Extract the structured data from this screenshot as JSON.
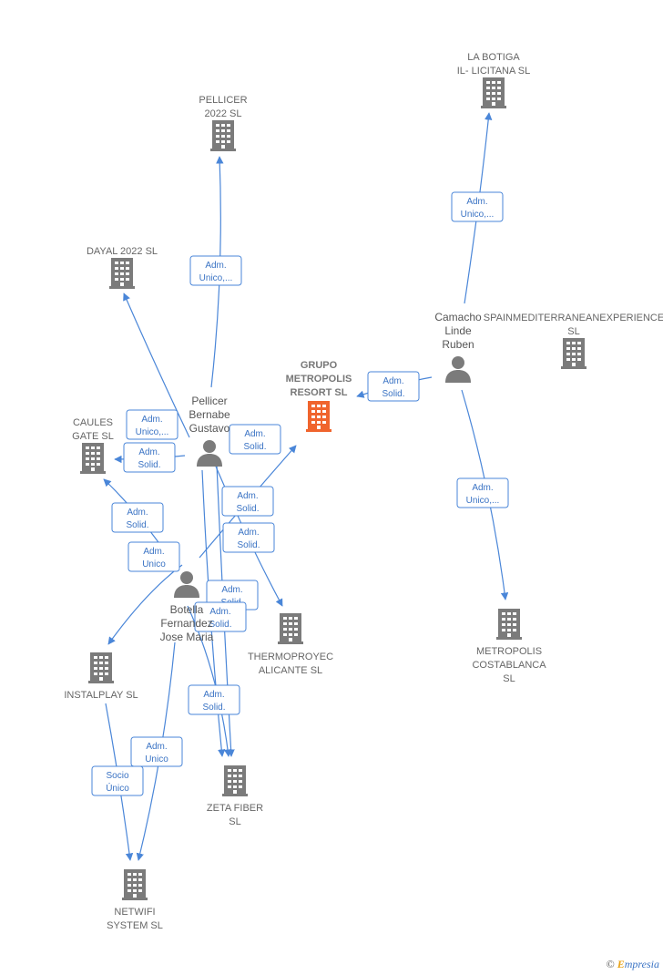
{
  "colors": {
    "company": "#7b7b7b",
    "company_main": "#f0642d",
    "person": "#7b7b7b",
    "edge": "#4a86d8"
  },
  "footer": {
    "copyright": "©",
    "brand_e": "E",
    "brand_rest": "mpresia"
  },
  "nodes": [
    {
      "id": "grupo",
      "type": "company",
      "main": true,
      "label": [
        "GRUPO",
        "METROPOLIS",
        "RESORT  SL"
      ]
    },
    {
      "id": "pellicer2022",
      "type": "company",
      "label": [
        "PELLICER",
        "2022  SL"
      ]
    },
    {
      "id": "labotiga",
      "type": "company",
      "label": [
        "LA BOTIGA",
        "IL- LICITANA SL"
      ]
    },
    {
      "id": "dayal",
      "type": "company",
      "label": [
        "DAYAL 2022  SL"
      ]
    },
    {
      "id": "spain",
      "type": "company",
      "label": [
        "SPAINMEDITERRANEANEXPERIENCE",
        "SL"
      ]
    },
    {
      "id": "caules",
      "type": "company",
      "label": [
        "CAULES",
        "GATE  SL"
      ]
    },
    {
      "id": "thermo",
      "type": "company",
      "label": [
        "THERMOPROYEC",
        "ALICANTE  SL"
      ]
    },
    {
      "id": "metrocosta",
      "type": "company",
      "label": [
        "METROPOLIS",
        "COSTABLANCA",
        "SL"
      ]
    },
    {
      "id": "instalplay",
      "type": "company",
      "label": [
        "INSTALPLAY SL"
      ]
    },
    {
      "id": "zeta",
      "type": "company",
      "label": [
        "ZETA FIBER",
        "SL"
      ]
    },
    {
      "id": "netwifi",
      "type": "company",
      "label": [
        "NETWIFI",
        "SYSTEM  SL"
      ]
    },
    {
      "id": "pellicerp",
      "type": "person",
      "label": [
        "Pellicer",
        "Bernabe",
        "Gustavo"
      ]
    },
    {
      "id": "camacho",
      "type": "person",
      "label": [
        "Camacho",
        "Linde",
        "Ruben"
      ]
    },
    {
      "id": "botella",
      "type": "person",
      "label": [
        "Botella",
        "Fernandez",
        "Jose Maria"
      ]
    }
  ],
  "edges": [
    {
      "from": "pellicerp",
      "to": "pellicer2022",
      "label": [
        "Adm.",
        "Unico,..."
      ]
    },
    {
      "from": "camacho",
      "to": "labotiga",
      "label": [
        "Adm.",
        "Unico,..."
      ]
    },
    {
      "from": "pellicerp",
      "to": "dayal",
      "label": [
        "Adm.",
        "Unico,..."
      ]
    },
    {
      "from": "camacho",
      "to": "grupo",
      "label": [
        "Adm.",
        "Solid."
      ]
    },
    {
      "from": "pellicerp",
      "to": "grupo",
      "label": [
        "Adm.",
        "Solid."
      ]
    },
    {
      "from": "pellicerp",
      "to": "caules",
      "label": [
        "Adm.",
        "Solid."
      ]
    },
    {
      "from": "botella",
      "to": "caules",
      "label": [
        "Adm.",
        "Solid."
      ]
    },
    {
      "from": "botella",
      "to": "grupo",
      "label": [
        "Adm.",
        "Solid."
      ]
    },
    {
      "from": "pellicerp",
      "to": "thermo",
      "label": [
        "Adm.",
        "Solid."
      ]
    },
    {
      "from": "camacho",
      "to": "metrocosta",
      "label": [
        "Adm.",
        "Unico,..."
      ]
    },
    {
      "from": "botella",
      "to": "instalplay",
      "label": [
        "Adm.",
        "Unico"
      ]
    },
    {
      "from": "pellicerp",
      "to": "zeta",
      "label": [
        "Adm.",
        "Solid."
      ]
    },
    {
      "from": "botella",
      "to": "zeta",
      "label": [
        "Adm.",
        "Solid."
      ]
    },
    {
      "from": "pellicerp",
      "to": "zeta",
      "label": [
        "Adm.",
        "Solid."
      ]
    },
    {
      "from": "botella",
      "to": "netwifi",
      "label": [
        "Adm.",
        "Unico"
      ]
    },
    {
      "from": "instalplay",
      "to": "netwifi",
      "label": [
        "Socio",
        "Único"
      ]
    }
  ]
}
